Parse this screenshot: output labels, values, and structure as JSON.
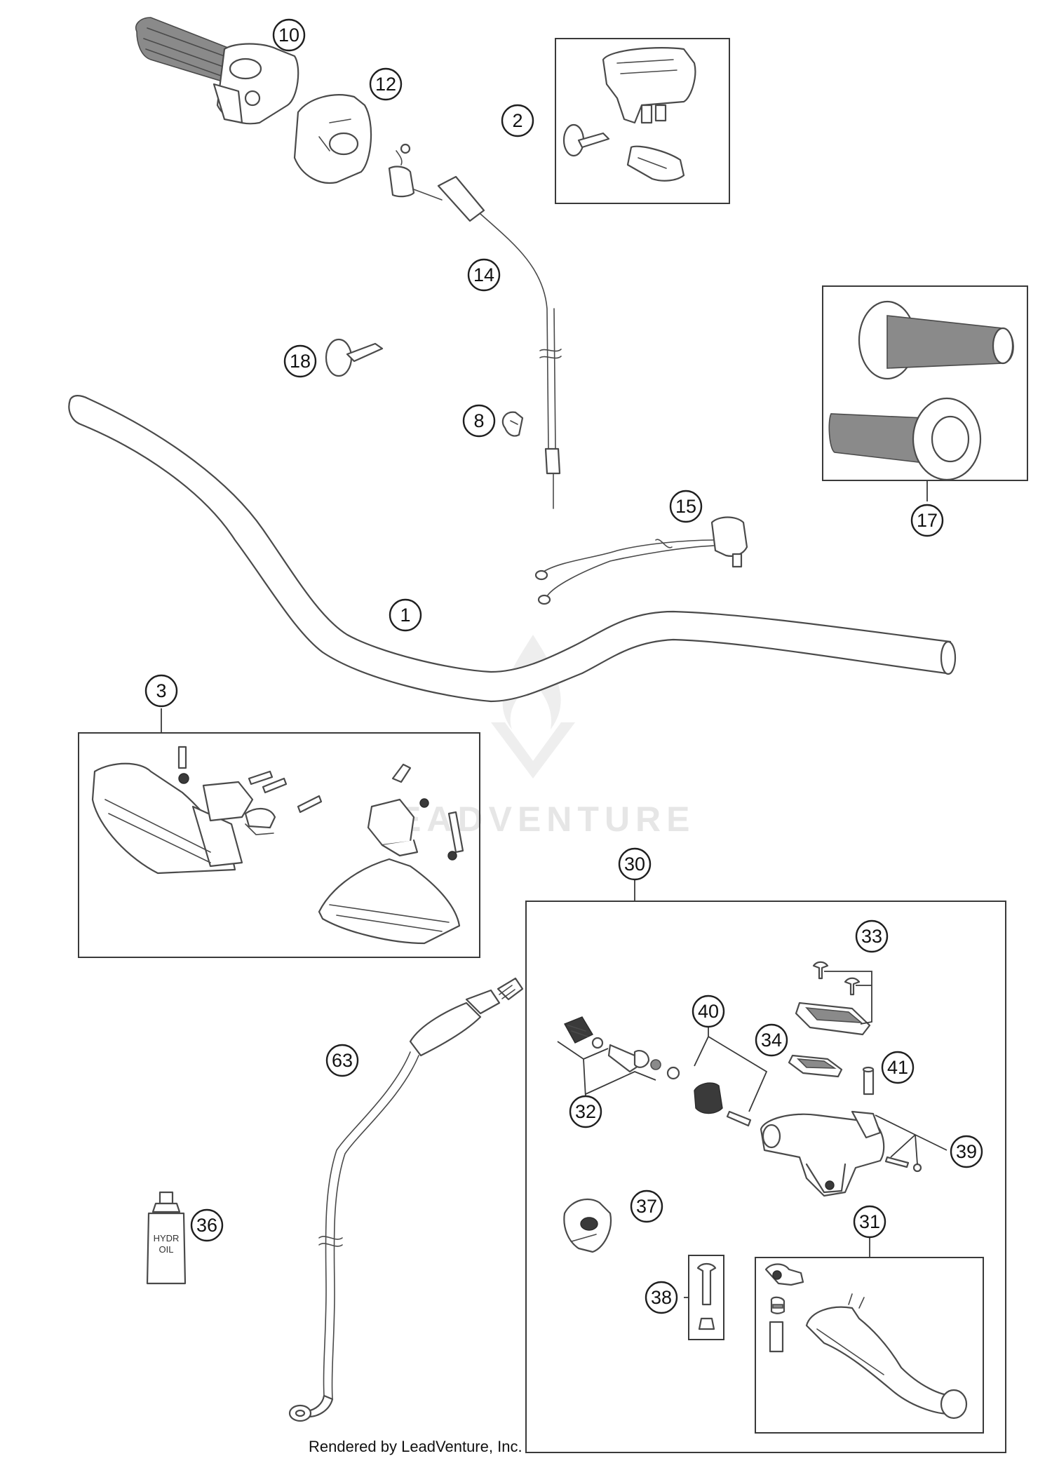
{
  "watermark": "LEADVENTURE",
  "credit": "Rendered by LeadVenture, Inc.",
  "bottle_label": [
    "HYDR",
    "OIL"
  ],
  "callouts": [
    "10",
    "12",
    "2",
    "14",
    "18",
    "8",
    "17",
    "15",
    "1",
    "3",
    "30",
    "33",
    "63",
    "40",
    "34",
    "41",
    "32",
    "39",
    "36",
    "37",
    "31",
    "38"
  ]
}
